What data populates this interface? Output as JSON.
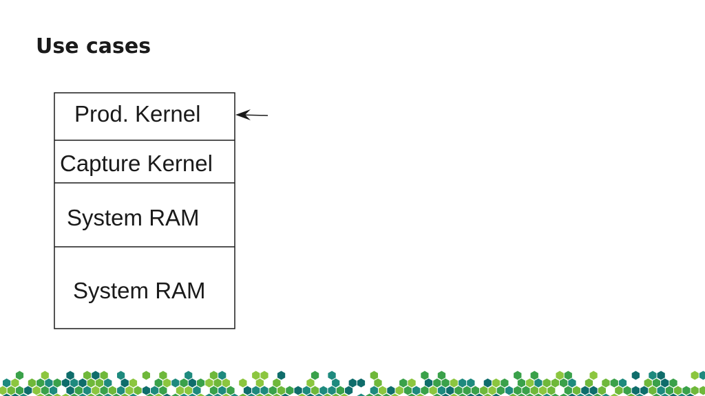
{
  "slide": {
    "title": "Use cases"
  },
  "memory_map": {
    "blocks": [
      {
        "label": "Prod. Kernel"
      },
      {
        "label": "Capture Kernel"
      },
      {
        "label": "System RAM"
      },
      {
        "label": "System RAM"
      }
    ]
  },
  "colors": {
    "outline": "#1a1a1a",
    "hex_palette": [
      "#1e8a7e",
      "#3aa14a",
      "#6fb83a",
      "#0f6d6b",
      "#8cc63f"
    ]
  }
}
